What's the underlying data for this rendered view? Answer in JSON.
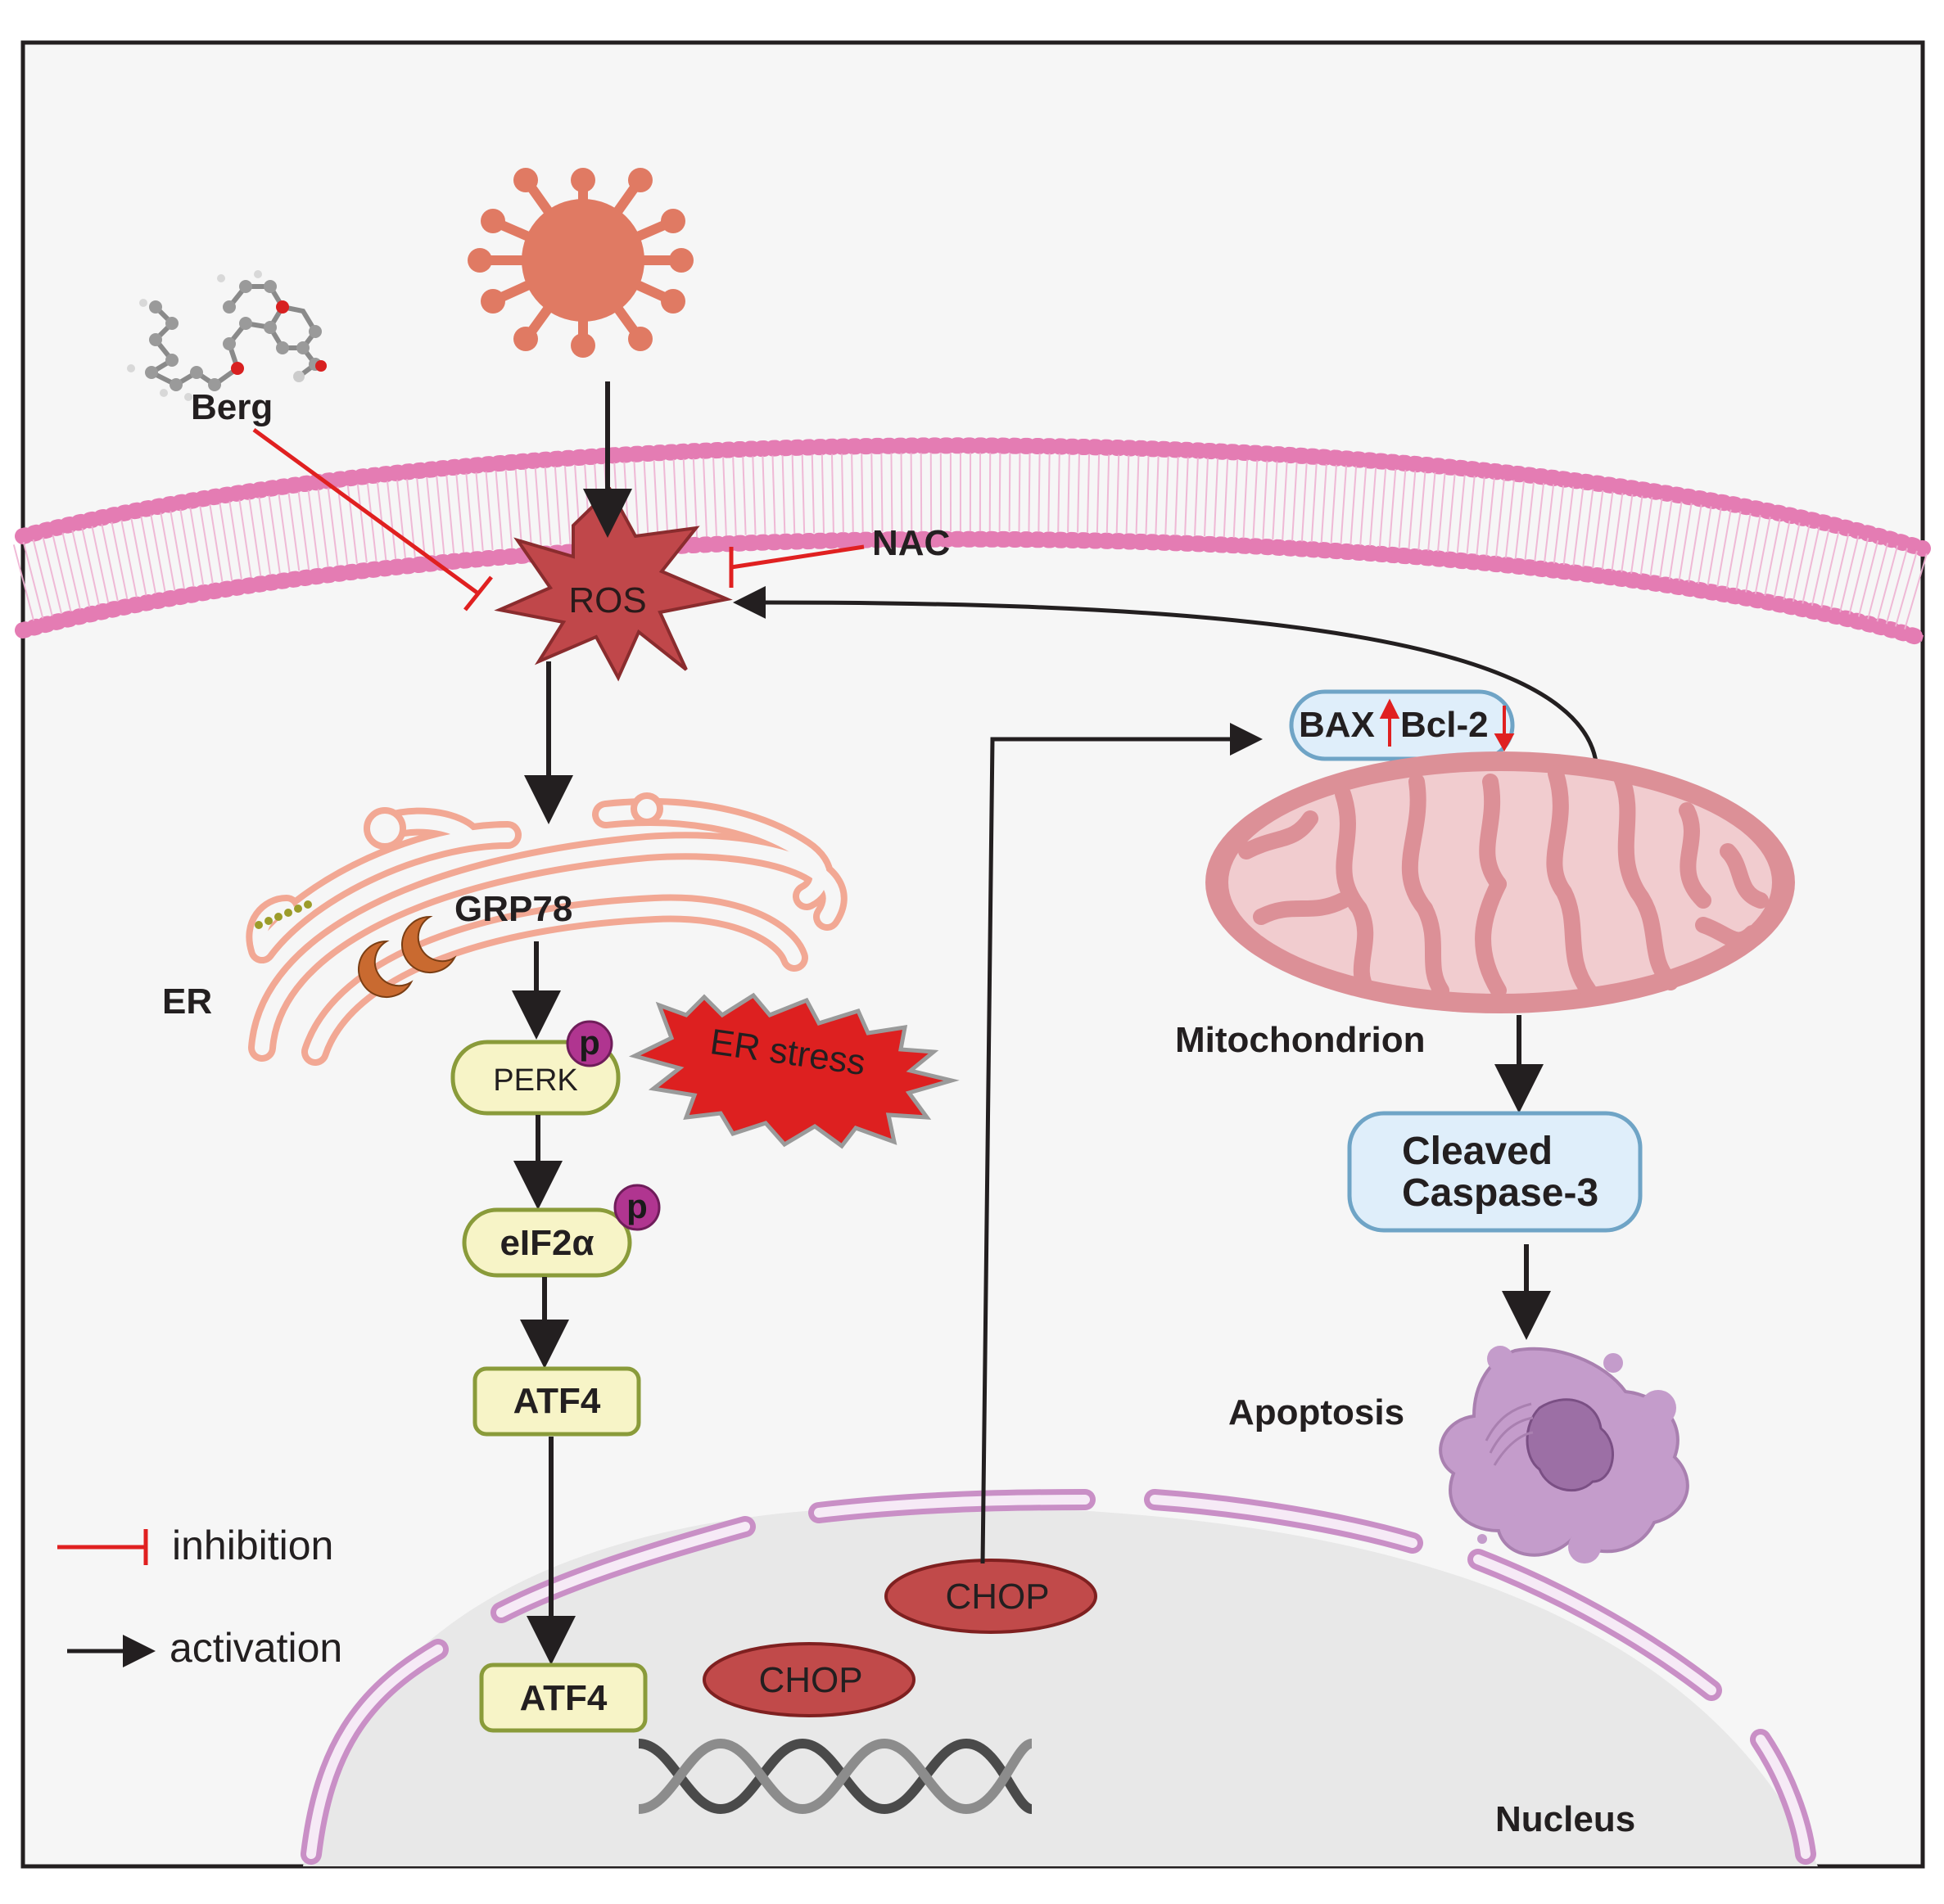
{
  "labels": {
    "berg": "Berg",
    "nac": "NAC",
    "ros": "ROS",
    "grp78": "GRP78",
    "er": "ER",
    "perk": "PERK",
    "eif2a": "eIF2α",
    "atf4_cytoplasm": "ATF4",
    "atf4_nucleus": "ATF4",
    "er_stress": "ER stress",
    "phospho_perk": "p",
    "phospho_eif2a": "p",
    "bax": "BAX",
    "bcl2": "Bcl-2",
    "mitochondrion": "Mitochondrion",
    "cleaved_caspase_line1": "Cleaved",
    "cleaved_caspase_line2": "Caspase-3",
    "apoptosis": "Apoptosis",
    "chop_1": "CHOP",
    "chop_2": "CHOP",
    "nucleus": "Nucleus"
  },
  "legend": {
    "inhibition": "inhibition",
    "activation": "activation"
  },
  "colors": {
    "membrane": "#e47cb3",
    "virus": "#e07a63",
    "ros_star": "#c0474a",
    "er_stress_star": "#dd2020",
    "inhibition": "#e02020",
    "activation": "#231f20",
    "er_outline": "#f2a894",
    "mito_outer": "#dc9097",
    "mito_inner": "#f1cccf",
    "protein_fill": "#f7f4c7",
    "protein_border": "#8a9b3a",
    "caspase_fill": "#dfeefa",
    "caspase_border": "#6fa4c6",
    "chop_fill": "#c14a4a",
    "phospho": "#b03590",
    "nucleus_fill": "#ececec",
    "nucleus_envelope": "#c896c8",
    "apoptotic_cell": "#c49ccb"
  },
  "icons": [
    "virus-icon",
    "berg-molecule-icon",
    "dna-helix-icon",
    "apoptotic-cell-icon",
    "grp78-icon",
    "ribosome-icon"
  ]
}
